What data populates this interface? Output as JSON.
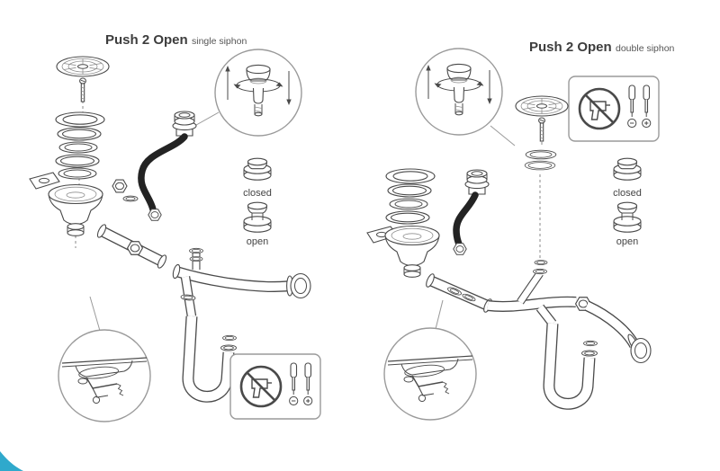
{
  "page": {
    "background": "#ffffff"
  },
  "colors": {
    "line": "#4a4a4a",
    "muted_line": "#9a9a9a",
    "hose": "#232323",
    "text": "#3d3d3d",
    "logo": "#2fa9cc"
  },
  "left": {
    "title": "Push 2 Open",
    "subtitle": "single siphon",
    "closed_label": "closed",
    "open_label": "open"
  },
  "right": {
    "title": "Push 2 Open",
    "subtitle": "double siphon",
    "closed_label": "closed",
    "open_label": "open"
  },
  "icons": {
    "push_mechanism": "push-button-with-up-down-arrows-and-rotation-ellipse",
    "no_power_tools": "crossed-out-drill-in-circle",
    "screwdriver_flat": "flat-screwdriver-with-minus-circle",
    "screwdriver_cross": "phillips-screwdriver-with-plus-circle",
    "under_sink_detail": "magnified-under-sink-lever-mechanism",
    "closed_button": "push-button-retracted",
    "open_button": "push-button-extended"
  }
}
